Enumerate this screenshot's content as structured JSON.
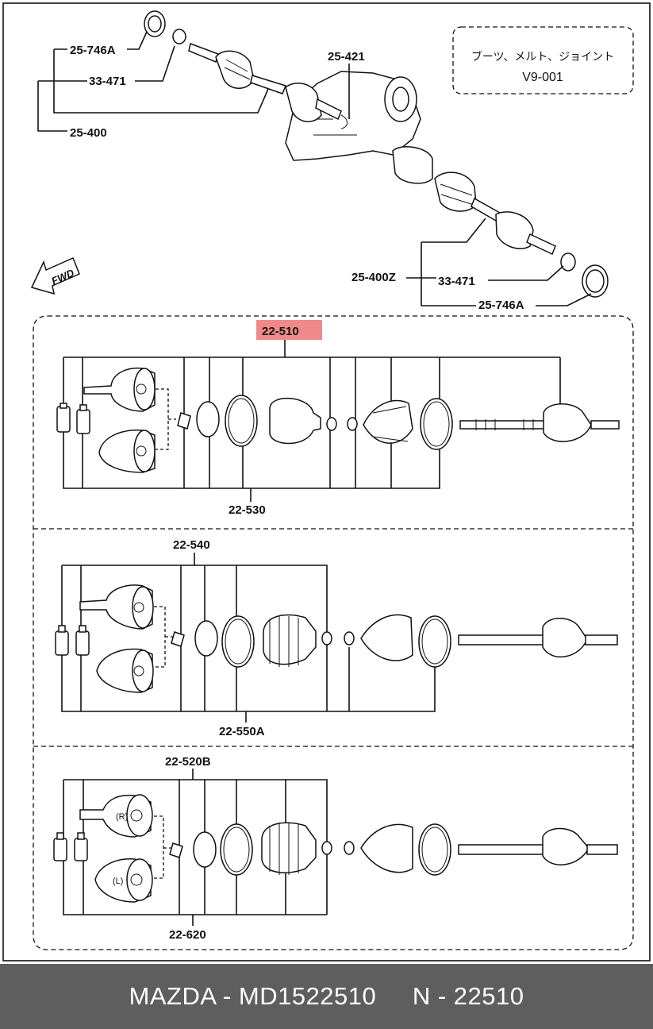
{
  "callouts": {
    "c_25_746A_top": "25-746A",
    "c_33_471_top": "33-471",
    "c_25_400": "25-400",
    "c_25_421": "25-421",
    "c_25_400Z": "25-400Z",
    "c_33_471_right": "33-471",
    "c_25_746A_right": "25-746A",
    "c_22_510": "22-510",
    "c_22_530": "22-530",
    "c_22_540": "22-540",
    "c_22_550A": "22-550A",
    "c_22_520B": "22-520B",
    "c_22_620": "22-620"
  },
  "note_box": {
    "line1": "ブーツ、メルト、ジョイント",
    "line2": "V9-001"
  },
  "fwd_arrow": "FWD",
  "side_marks": {
    "right": "(R)",
    "left": "(L)"
  },
  "highlight_color": "#f08a8a",
  "footer": {
    "brand": "MAZDA",
    "part_number": "MD1522510",
    "ref": "N - 22510",
    "text": "MAZDA - MD1522510     N - 22510"
  }
}
